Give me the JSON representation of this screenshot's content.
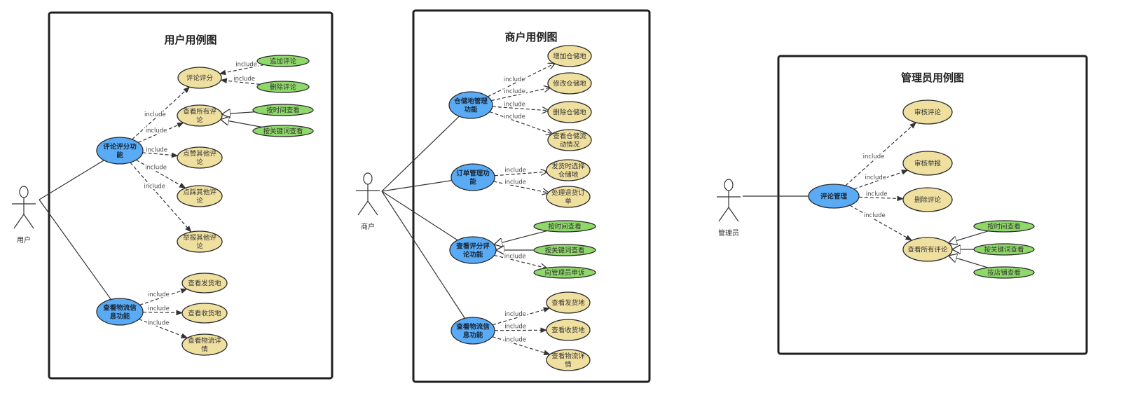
{
  "colors": {
    "usecase_primary": "#5aabf5",
    "usecase": "#f0e0a0",
    "usecase_sub": "#8fd96a",
    "border": "#1f1f1f"
  },
  "relation_label": "include",
  "panels": [
    {
      "title": "用户用例图",
      "actor": "用户",
      "nodes": [
        {
          "lines": [
            "评论评分功",
            "能"
          ]
        },
        {
          "lines": [
            "评论评分"
          ]
        },
        {
          "lines": [
            "查看所有评",
            "论"
          ]
        },
        {
          "lines": [
            "点赞其他评",
            "论"
          ]
        },
        {
          "lines": [
            "点踩其他评",
            "论"
          ]
        },
        {
          "lines": [
            "举报其他评",
            "论"
          ]
        },
        {
          "lines": [
            "追加评论"
          ]
        },
        {
          "lines": [
            "删除评论"
          ]
        },
        {
          "lines": [
            "按时间查看"
          ]
        },
        {
          "lines": [
            "按关键词查看"
          ]
        },
        {
          "lines": [
            "查看物流信",
            "息功能"
          ]
        },
        {
          "lines": [
            "查看发货地"
          ]
        },
        {
          "lines": [
            "查看收货地"
          ]
        },
        {
          "lines": [
            "查看物流详",
            "情"
          ]
        }
      ]
    },
    {
      "title": "商户用例图",
      "actor": "商户",
      "nodes": [
        {
          "lines": [
            "仓储地管理",
            "功能"
          ]
        },
        {
          "lines": [
            "增加仓储地"
          ]
        },
        {
          "lines": [
            "修改仓储地"
          ]
        },
        {
          "lines": [
            "删除仓储地"
          ]
        },
        {
          "lines": [
            "查看仓储流",
            "动情况"
          ]
        },
        {
          "lines": [
            "订单管理功",
            "能"
          ]
        },
        {
          "lines": [
            "发货时选择",
            "仓储地"
          ]
        },
        {
          "lines": [
            "处理退货订",
            "单"
          ]
        },
        {
          "lines": [
            "查看评分评",
            "论功能"
          ]
        },
        {
          "lines": [
            "按时间查看"
          ]
        },
        {
          "lines": [
            "按关键词查看"
          ]
        },
        {
          "lines": [
            "向管理员申诉"
          ]
        },
        {
          "lines": [
            "查看物流信",
            "息功能"
          ]
        },
        {
          "lines": [
            "查看发货地"
          ]
        },
        {
          "lines": [
            "查看收货地"
          ]
        },
        {
          "lines": [
            "查看物流详",
            "情"
          ]
        }
      ]
    },
    {
      "title": "管理员用例图",
      "actor": "管理员",
      "nodes": [
        {
          "lines": [
            "评论管理"
          ]
        },
        {
          "lines": [
            "审核评论"
          ]
        },
        {
          "lines": [
            "审核举报"
          ]
        },
        {
          "lines": [
            "删除评论"
          ]
        },
        {
          "lines": [
            "查看所有评论"
          ]
        },
        {
          "lines": [
            "按时间查看"
          ]
        },
        {
          "lines": [
            "按关键词查看"
          ]
        },
        {
          "lines": [
            "按店铺查看"
          ]
        }
      ]
    }
  ]
}
